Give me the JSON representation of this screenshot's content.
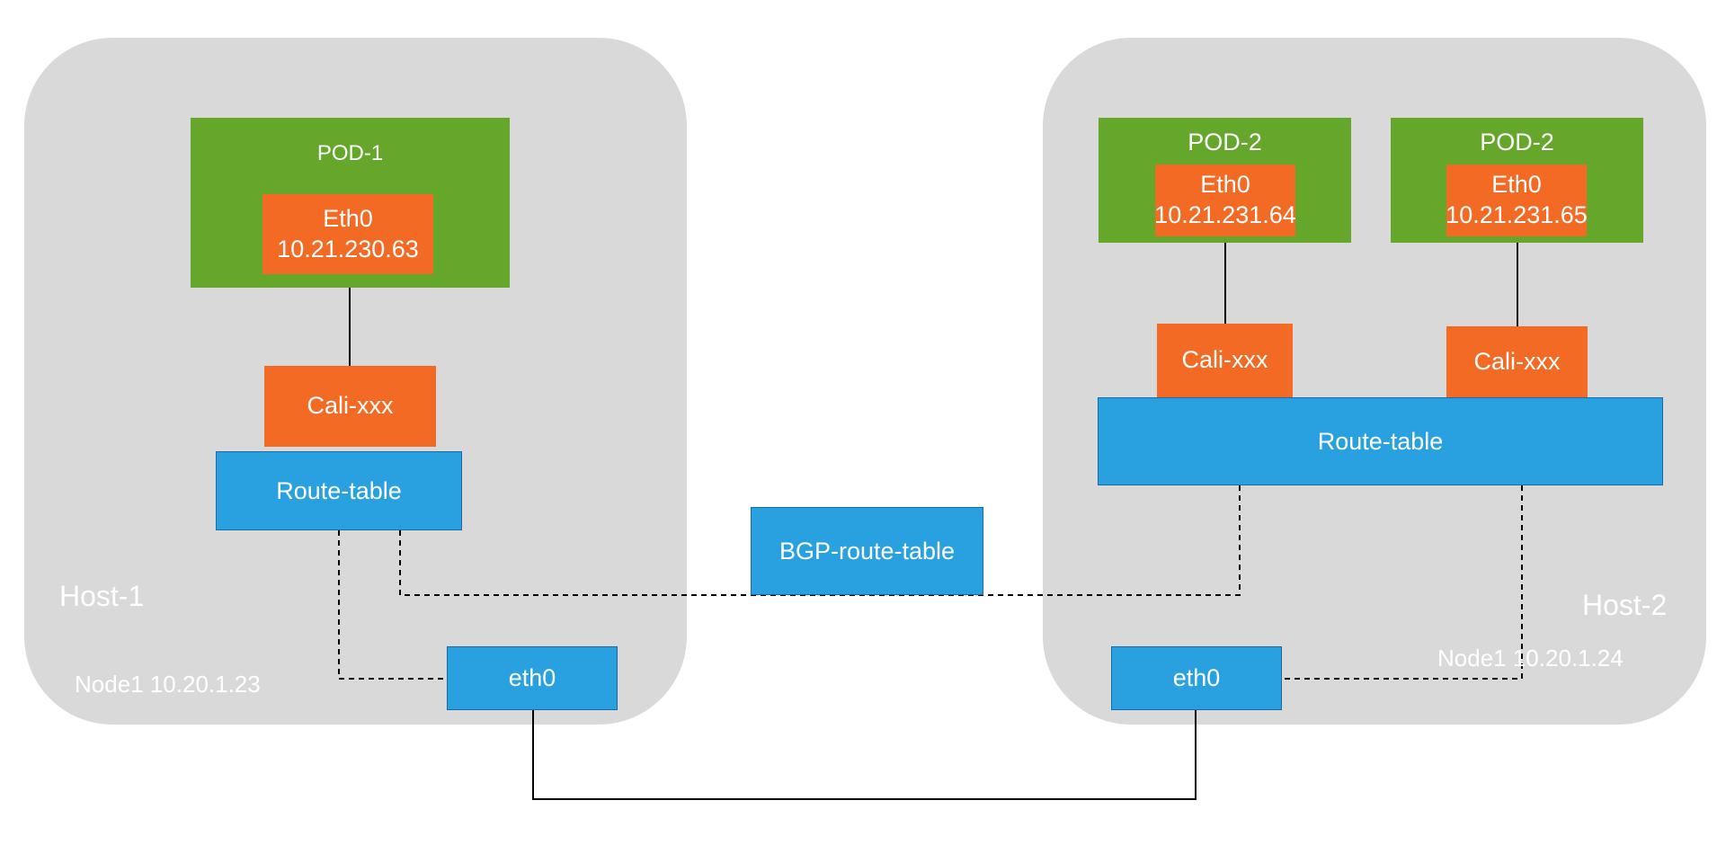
{
  "host1": {
    "label": "Host-1",
    "node": "Node1 10.20.1.23",
    "pod": {
      "title": "POD-1",
      "eth_name": "Eth0",
      "eth_ip": "10.21.230.63"
    },
    "cali": "Cali-xxx",
    "route_table": "Route-table",
    "eth0": "eth0"
  },
  "host2": {
    "label": "Host-2",
    "node": "Node1 10.20.1.24",
    "pods": [
      {
        "title": "POD-2",
        "eth_name": "Eth0",
        "eth_ip": "10.21.231.64"
      },
      {
        "title": "POD-2",
        "eth_name": "Eth0",
        "eth_ip": "10.21.231.65"
      }
    ],
    "cali": [
      "Cali-xxx",
      "Cali-xxx"
    ],
    "route_table": "Route-table",
    "eth0": "eth0"
  },
  "bgp_route_table": "BGP-route-table",
  "colors": {
    "host_bg": "#d9d9d9",
    "pod_green": "#64a72a",
    "interface_orange": "#f36a24",
    "table_blue": "#29a1e0",
    "text": "#ffffff",
    "line": "#000000"
  }
}
